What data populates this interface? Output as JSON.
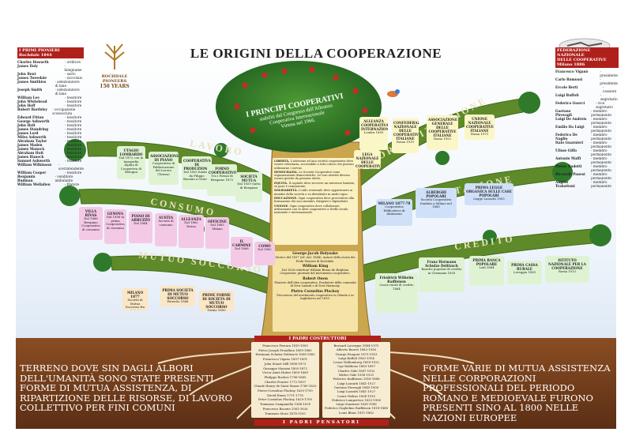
{
  "title": "LE ORIGINI DELLA COOPERAZIONE",
  "left_panel": {
    "header_line1": "I PRIMI PIONIERI",
    "header_line2": "Rochdale 1844",
    "pioneers": [
      [
        "Charles Howarth",
        "orditore"
      ],
      [
        "James Daly",
        "falegname"
      ],
      [
        "John Bent",
        "sarto"
      ],
      [
        "James Tweedale",
        "zoccolaio"
      ],
      [
        "James Smithies",
        "selezionatore di lane"
      ],
      [
        "Joseph Smith",
        "selezionatore di lane"
      ],
      [
        "William Lee",
        "tessitore"
      ],
      [
        "John Whitehead",
        "tessitore"
      ],
      [
        "John Hoff",
        "tessitore"
      ],
      [
        "Robert Bardsley",
        "occupazione sconosciuta"
      ],
      [
        "Edward Fitton",
        "tessitore"
      ],
      [
        "George Ashworth",
        "tessitore"
      ],
      [
        "John Holt",
        "tessitore"
      ],
      [
        "James Standring",
        "tessitore"
      ],
      [
        "James Lord",
        "tessitore"
      ],
      [
        "Miles Ashworth",
        "tessitore"
      ],
      [
        "Abraham Taylor",
        "tessitore"
      ],
      [
        "James Maden",
        "tessitore"
      ],
      [
        "James Manock",
        "tessitore"
      ],
      [
        "Abraham Hoit",
        "tessitore"
      ],
      [
        "James Haneck",
        "tessitore"
      ],
      [
        "Samuel Ashworth",
        "tessitore"
      ],
      [
        "William Wilkinson",
        "sovrintendente"
      ],
      [
        "William Cooper",
        "tessitore"
      ],
      [
        "Benjamin Rudman",
        "venditore ambulante"
      ],
      [
        "William Mellalieu",
        "filatore"
      ]
    ]
  },
  "logo": {
    "arc_text": "ROCHDALE PIONEERS",
    "years": "150 YEARS"
  },
  "right_panel": {
    "header_line1": "FEDERAZIONE NAZIONALE",
    "header_line2": "DELLE COOPERATIVE",
    "header_line3": "Milano 1886",
    "founders": [
      [
        "Francesco Viganò",
        "presidente"
      ],
      [
        "Carlo Romussi",
        "presidente"
      ],
      [
        "Ercole Berti",
        "cassiere"
      ],
      [
        "Luigi Buffoli",
        "segretario"
      ],
      [
        "Federico Guerci",
        "vice segretario"
      ],
      [
        "Gaetano Pirovagli",
        "membro permanente"
      ],
      [
        "Luigi De Andreis",
        "membro permanente"
      ],
      [
        "Emilio Da Luigi",
        "membro permanente"
      ],
      [
        "Federico De Naglio",
        "membro permanente"
      ],
      [
        "Italo Guarnieri",
        "membro permanente"
      ],
      [
        "Ulisse Giffo",
        "membro permanente"
      ],
      [
        "Antonio Maffi",
        "membro permanente"
      ],
      [
        "Pietro Nadotti",
        "membro permanente"
      ],
      [
        "Riccardo Panesi",
        "membro permanente"
      ],
      [
        "Angelo Trabattoni",
        "membro permanente"
      ]
    ]
  },
  "crown": {
    "line1": "I PRINCIPI COOPERATIVI",
    "line2": "stabiliti dal Congresso dell'Alleanza",
    "line3": "Cooperativa Internazionale",
    "line4": "Vienna nel 1966."
  },
  "branches": {
    "lavoro": "LAVORO",
    "organizzazione": "ORGANIZZAZIONE",
    "consumo": "CONSUMO",
    "abitazione": "ABITAZIONE",
    "mutuo_soccorso": "MUTUO SOCCORSO",
    "credito": "CREDITO"
  },
  "principles": [
    {
      "title": "LIBERTÀ",
      "text": "L'adesione ad una società cooperativa deve essere volontaria, accessibile a tutti coloro che possono utilizzarne i servizi."
    },
    {
      "title": "DEMOCRAZIA",
      "text": "Le Società Cooperative sono organizzazioni democratiche. Le loro attività devono essere gestite da persone elette."
    },
    {
      "title": "EQUITÀ",
      "text": "Il capitale deve ricevere un interesse limitato, se pure è remunerato."
    },
    {
      "title": "SOLIDARIETÀ",
      "text": "L'utile eventuale deve appartenere ai membri della società e va distribuito in modo equo."
    },
    {
      "title": "EDUCAZIONE",
      "text": "Ogni cooperativa deve provvedere alla formazione dei suoi membri, dirigenti e dipendenti."
    },
    {
      "title": "UNIONE",
      "text": "Ogni cooperativa deve collaborare attivamente con le altre cooperative a livello locale, nazionale e internazionale."
    }
  ],
  "trunk_people": [
    {
      "name": "George-Jacob Holyoake",
      "text": "Storico del 1817 (ed. ital. 1844). Autore della storia dei Probi Pionieri di Rochdale."
    },
    {
      "name": "William King",
      "text": "Dal 1828 redattore William Braun de Brighton Cooperator, giornale del movimento cooperativo."
    },
    {
      "name": "Robert Owen",
      "text": "Pioniere dell'idea cooperativa. Fondatore della comunità di New Lanark e di New Harmony."
    },
    {
      "name": "Pietro Cornelius Plockoy",
      "text": "Precursore del movimento cooperativo in Olanda e in Inghilterra nel 1659."
    }
  ],
  "lavoro_boxes": [
    {
      "title": "UTAGIO LOMBARDO",
      "text": "Dal 1872 con la tipografia Aquila di Coopertiva di Bologna"
    },
    {
      "title": "ASSOCIAZIONE DI PIANO",
      "text": "Cooperativa di Fabbricazione del Lavoro (Torino)"
    },
    {
      "title": "COOPERATIVA DI PRODUZIONE",
      "text": "Dal 1855 fondata da Filippo Bonomi a Genova"
    },
    {
      "title": "FORNO COOPERATIVO",
      "text": "Tra i Fornai di Bergamo 1872"
    },
    {
      "title": "SOCIETÀ MUTUA",
      "text": "Dal 1859 Gatta di Bergamo"
    }
  ],
  "consumo_boxes": [
    {
      "title": "VILLA RIVAS",
      "text": "Dal 1866 Bergamo Cooperativa di consumo"
    },
    {
      "title": "GENOVA",
      "text": "Dal 1858 la prima Cooperativa di consumo"
    },
    {
      "title": "PIANO DI ABRUZZO",
      "text": "Dal 1864"
    },
    {
      "title": "AUSTIA",
      "text": "Società di consumo"
    },
    {
      "title": "ALLEANZA",
      "text": "Dal 1862 Torino"
    },
    {
      "title": "OFFICINE",
      "text": "Dal 1863 Milano"
    },
    {
      "title": "IL CARMINE",
      "text": "Dal 1866"
    },
    {
      "title": "COMO",
      "text": "Dal 1862"
    }
  ],
  "mutuo_boxes": [
    {
      "title": "MILANO 1877",
      "text": "Società di Mutuo Soccorso fra Artisti"
    },
    {
      "title": "PRIMA SOCIETÀ DI MUTUO SOCCORSO",
      "text": "Pinerolo 1848"
    },
    {
      "title": "PRIME FORME DI SOCIETÀ DI MUTUO SOCCORSO",
      "text": "Torino 1850"
    }
  ],
  "org_boxes": [
    {
      "title": "ALLEANZA COOPERATIVA INTERNAZIONALE",
      "text": "Londra 1895"
    },
    {
      "title": "LEGA NAZIONALE DELLE COOPERATIVE",
      "text": "Milano 1893"
    },
    {
      "title": "CONFEDERAZIONE NAZIONALE DELLE COOPERATIVE ITALIANE",
      "text": "Roma 1919"
    },
    {
      "title": "ASSOCIAZIONE GENERALE DELLE COOPERATIVE ITALIANE",
      "text": "Roma 1952"
    },
    {
      "title": "UNIONE NAZIONALE COOPERATIVE ITALIANE",
      "text": "Roma 1975"
    }
  ],
  "abitazione_boxes": [
    {
      "title": "ALBERGHI POPOLARI",
      "text": "Società Cooperativa fondata a Milano nel 1880"
    },
    {
      "title": "MILANO 1877-78",
      "text": "Cooperativa Edificatrice di Abitazioni"
    },
    {
      "title": "PRIMA LEGGE ORGANICA SULLE CASE POPOLARI",
      "text": "Legge Luzzatti 1903"
    }
  ],
  "credito_boxes": [
    {
      "title": "Franz Hermann Schulze Delitzsch",
      "text": "Banche popolari di credito in Germania 1850"
    },
    {
      "title": "Friedrich Wilhelm Raiffeisen",
      "text": "Casse rurali di credito 1864"
    },
    {
      "title": "PRIMA BANCA POPOLARE",
      "text": "Lodi 1864"
    },
    {
      "title": "PRIMA CASSA RURALE",
      "text": "Loreggia 1883"
    },
    {
      "title": "ISTITUTO NAZIONALE PER LA COOPERAZIONE",
      "text": "Roma 1913"
    }
  ],
  "roots": {
    "padri_costruttori": "I PADRI COSTRUTTORI",
    "padri_pensatori": "I PADRI PENSATORI",
    "left_names": [
      "Francesco Ferrara 1810-1900",
      "Pietro Joseph Proudhon 1809-1865",
      "Hermann Schulze Delitzsch 1808-1883",
      "Francesco Vigano 1807-1891",
      "John Stuart Mill 1806-1873",
      "Giuseppe Mazzini 1805-1872",
      "Victor Aimé Huber 1800-1869",
      "Philippe Buchez 1796-1865",
      "Charles Fourier 1772-1837",
      "Claude Henry de Saint Simon 1760-1825",
      "Pierre-Cornelius Plockoy 1620-1700",
      "David Hume 1711-1776",
      "Peter Cornelius Plockoy 1620-1700",
      "Tommaso Campanella 1568-1639",
      "Francesco Bacone 1561-1626",
      "Tommaso Moro 1478-1535"
    ],
    "right_names": [
      "Bernard Lavergne 1884-1975",
      "Alberto Basevi 1882-1956",
      "George Fauquet 1873-1953",
      "Luigi Buffoli 1850-1914",
      "Leone Wollemborg 1859-1932",
      "Ugo Rabbeno 1863-1897",
      "Charles Gide 1847-1932",
      "Walter Gide 1836-1921",
      "Federico Raiffeisen 1818-1888",
      "Luigi Luzzatti 1841-1927",
      "Gaetano Pirovagli 1845-1909",
      "Luigi Luzzatti 1841-1927",
      "Leone Walras 1834-1910",
      "Federico Lampertico 1833-1906",
      "Luigi Guarnieri 1828-1906",
      "Federico Guglielmo Raiffeisen 1818-1888",
      "Louis Blanc 1811-1882"
    ]
  },
  "soil_left": "TERRENO DOVE SIN DAGLI ALBORI DELL'UMANITÀ SONO STATE PRESENTI FORME DI MUTUA ASSISTENZA, DI RIPARTIZIONE DELLE RISORSE, DI LAVORO COLLETTIVO PER FINI COMUNI",
  "soil_right": "FORME VARIE DI MUTUA ASSISTENZA NELLE CORPORAZIONI PROFESSIONALI DEL PERIODO ROMANO E MEDIOEVALE FURONO PRESENTI SINO AL 1800 NELLE NAZIONI EUROPEE",
  "colors": {
    "soil": "#6b3a1c",
    "trunk": "#caa64e",
    "branch": "#5f8a2a",
    "crown": "#2f7a2a",
    "title_red": "#b0201b",
    "root": "#efe2c2"
  }
}
